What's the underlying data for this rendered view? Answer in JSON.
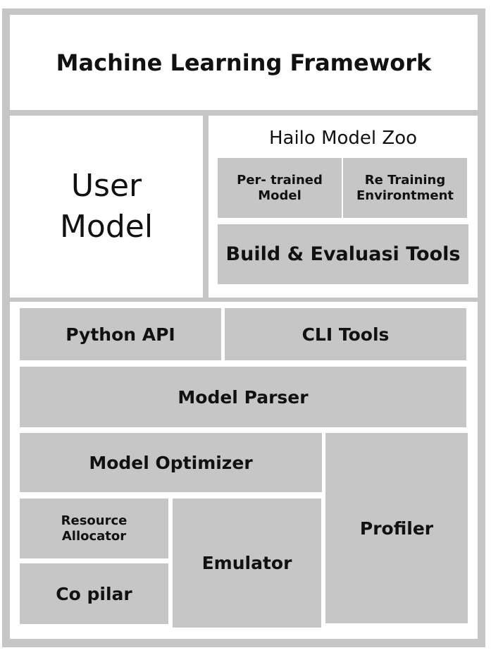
{
  "diagram": {
    "framework": "Machine Learning Framework",
    "user_model": {
      "line1": "User",
      "line2": "Model"
    },
    "model_zoo": {
      "title": "Hailo Model Zoo",
      "pretrained": {
        "line1": "Per- trained",
        "line2": "Model"
      },
      "retraining": {
        "line1": "Re Training",
        "line2": "Environtment"
      },
      "build_tools": "Build & Evaluasi Tools"
    },
    "sdk": {
      "python_api": "Python API",
      "cli_tools": "CLI Tools",
      "model_parser": "Model Parser",
      "model_optimizer": "Model Optimizer",
      "resource_allocator": {
        "line1": "Resource",
        "line2": "Allocator"
      },
      "compiler": "Co pilar",
      "emulator": "Emulator",
      "profiler": "Profiler"
    },
    "colors": {
      "block": "#c6c6c6",
      "panel": "#ffffff",
      "border": "#c6c6c6",
      "text": "#111111"
    }
  }
}
